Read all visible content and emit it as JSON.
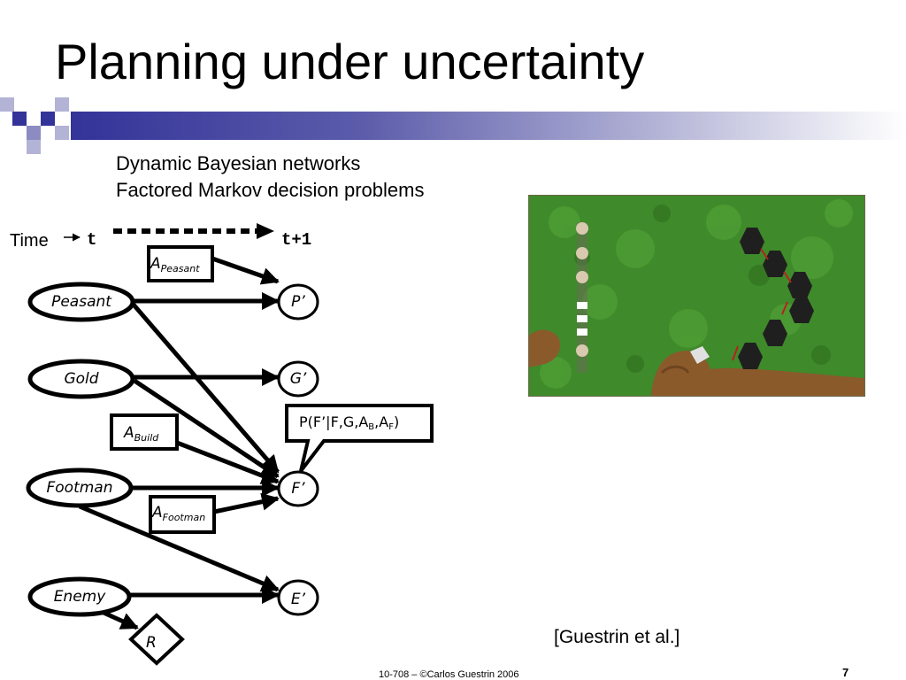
{
  "slide": {
    "title": "Planning under uncertainty",
    "subtitle_line1": "Dynamic Bayesian networks",
    "subtitle_line2": "Factored Markov decision problems",
    "citation": "[Guestrin et al.]",
    "footer": "10-708 – ©Carlos Guestrin 2006",
    "page_number": "7"
  },
  "diagram": {
    "time_label": "Time",
    "t_label": "t",
    "t1_label": "t+1",
    "nodes": {
      "peasant": "Peasant",
      "gold": "Gold",
      "footman": "Footman",
      "enemy": "Enemy",
      "p_next": "P’",
      "g_next": "G’",
      "f_next": "F’",
      "e_next": "E’",
      "reward": "R"
    },
    "actions": {
      "a": "A",
      "peasant_sub": "Peasant",
      "build_sub": "Build",
      "footman_sub": "Footman"
    },
    "cpt": {
      "prefix": "P(F’|F,G,A",
      "sub_b": "B",
      "comma": ",A",
      "sub_f": "F",
      "suffix": ")"
    }
  },
  "colors": {
    "accent": "#333399",
    "grass": "#3f8a2a",
    "dirt": "#8b5a2b"
  },
  "icons": [
    "dotted-arrow-icon",
    "small-arrow-icon",
    "game-screenshot-image"
  ]
}
